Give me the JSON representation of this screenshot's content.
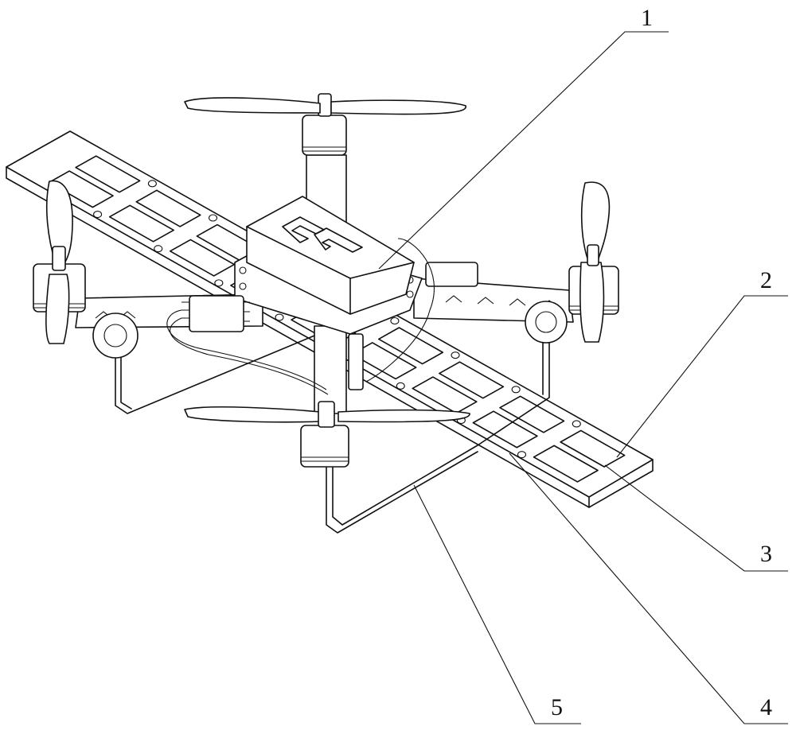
{
  "figure": {
    "subject": "quadcopter-drone-with-solar-panel-wing",
    "line_color": "#111111",
    "background": "#ffffff",
    "reference_labels": [
      {
        "id": "1",
        "text": "1"
      },
      {
        "id": "2",
        "text": "2"
      },
      {
        "id": "3",
        "text": "3"
      },
      {
        "id": "4",
        "text": "4"
      },
      {
        "id": "5",
        "text": "5"
      }
    ],
    "logo_text": "G"
  }
}
